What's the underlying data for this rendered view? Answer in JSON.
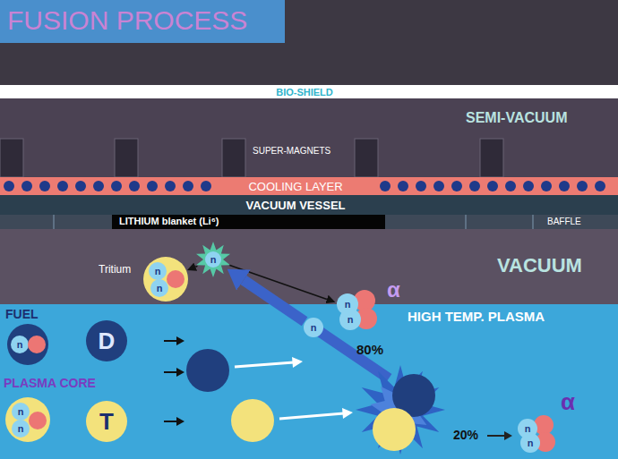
{
  "diagram": {
    "title": "FUSION PROCESS",
    "nodes": [
      {
        "text": [
          "BIO-SHIELD"
        ]
      },
      {
        "text": [
          "SEMI-VACUUM"
        ]
      },
      {
        "text": [
          "COOLING LAYER"
        ]
      },
      {
        "text": [
          "VACUUM VESSEL"
        ]
      },
      {
        "text": [
          "LITHIUM blanket (Li⁶)"
        ]
      },
      {
        "text": [
          "BAFFLE"
        ]
      },
      {
        "text": [
          "VACUUM"
        ]
      },
      {
        "text": [
          "Tritium",
          "n",
          "n"
        ],
        "in": 6
      },
      {
        "text": [
          "n"
        ],
        "in": 6
      },
      {
        "text": [
          "α",
          "n",
          "n"
        ]
      },
      {
        "text": [
          "HIGH TEMP. PLASMA"
        ]
      },
      {
        "text": [
          "n"
        ],
        "in": 10
      },
      {
        "text": [
          "n"
        ],
        "in": 10
      },
      {
        "text": [
          "D"
        ],
        "in": 10
      },
      {
        "text": [
          "n",
          "n"
        ],
        "in": 10
      },
      {
        "text": [
          "T"
        ],
        "in": 10
      },
      {
        "text": [
          "α",
          "n",
          "n"
        ],
        "in": 10
      }
    ],
    "edges": [
      {
        "from": 8,
        "to": 7,
        "arrow": "to"
      },
      {
        "from": 8,
        "to": 9,
        "arrow": "to"
      },
      {
        "from": 11,
        "to": 8,
        "arrow": "to"
      }
    ],
    "labels": [
      "SUPER-MAGNETS",
      "FUEL",
      "PLASMA CORE",
      "80%",
      "20%"
    ]
  }
}
